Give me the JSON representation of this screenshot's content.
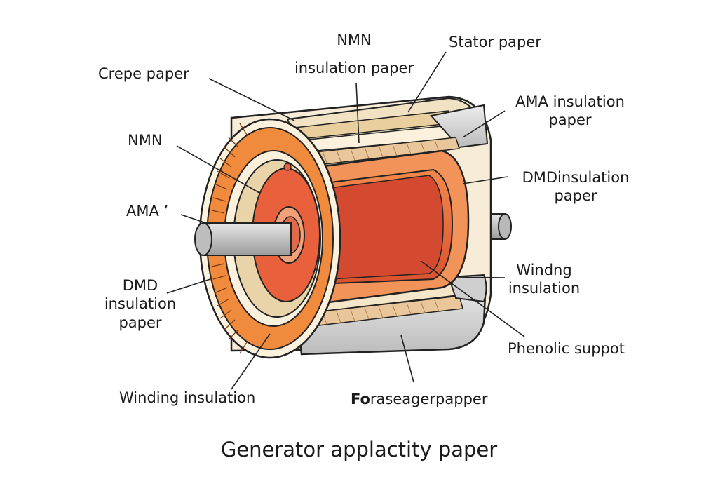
{
  "labels": {
    "nmn_top_line1": "NMN",
    "nmn_top_line2": "insulation paper",
    "stator_paper": "Stator paper",
    "crepe_paper": "Crepe paper",
    "ama_right_line1": "AMA insulation",
    "ama_right_line2": "paper",
    "nmn_left": "NMN",
    "dmd_right_line1": "DMDinsulation",
    "dmd_right_line2": "paper",
    "ama_left": "AMA ’",
    "winding_right_line1": "Windng",
    "winding_right_line2": "insulation",
    "dmd_left_line1": "DMD",
    "dmd_left_line2": "insulation",
    "dmd_left_line3": "paper",
    "phenolic": "Phenolic suppot",
    "winding_bottom": "Winding insulation",
    "bottom_center_bold": "Fo",
    "bottom_center_rest": "raseagerpapper"
  },
  "title": "Generator applactity paper",
  "colors": {
    "rotor_core": "#d44a30",
    "rotor_body": "#e8603c",
    "rotor_light": "#f2935a",
    "shaft": "#c8c8c8",
    "shaft_dark": "#9a9a9a",
    "insulation_beige": "#e9d3a8",
    "paper_cream": "#fbf1dd",
    "winding_orange": "#f08a3c",
    "housing_grey": "#dcdcdc",
    "housing_dark": "#a8a8a8",
    "outline": "#222222"
  }
}
